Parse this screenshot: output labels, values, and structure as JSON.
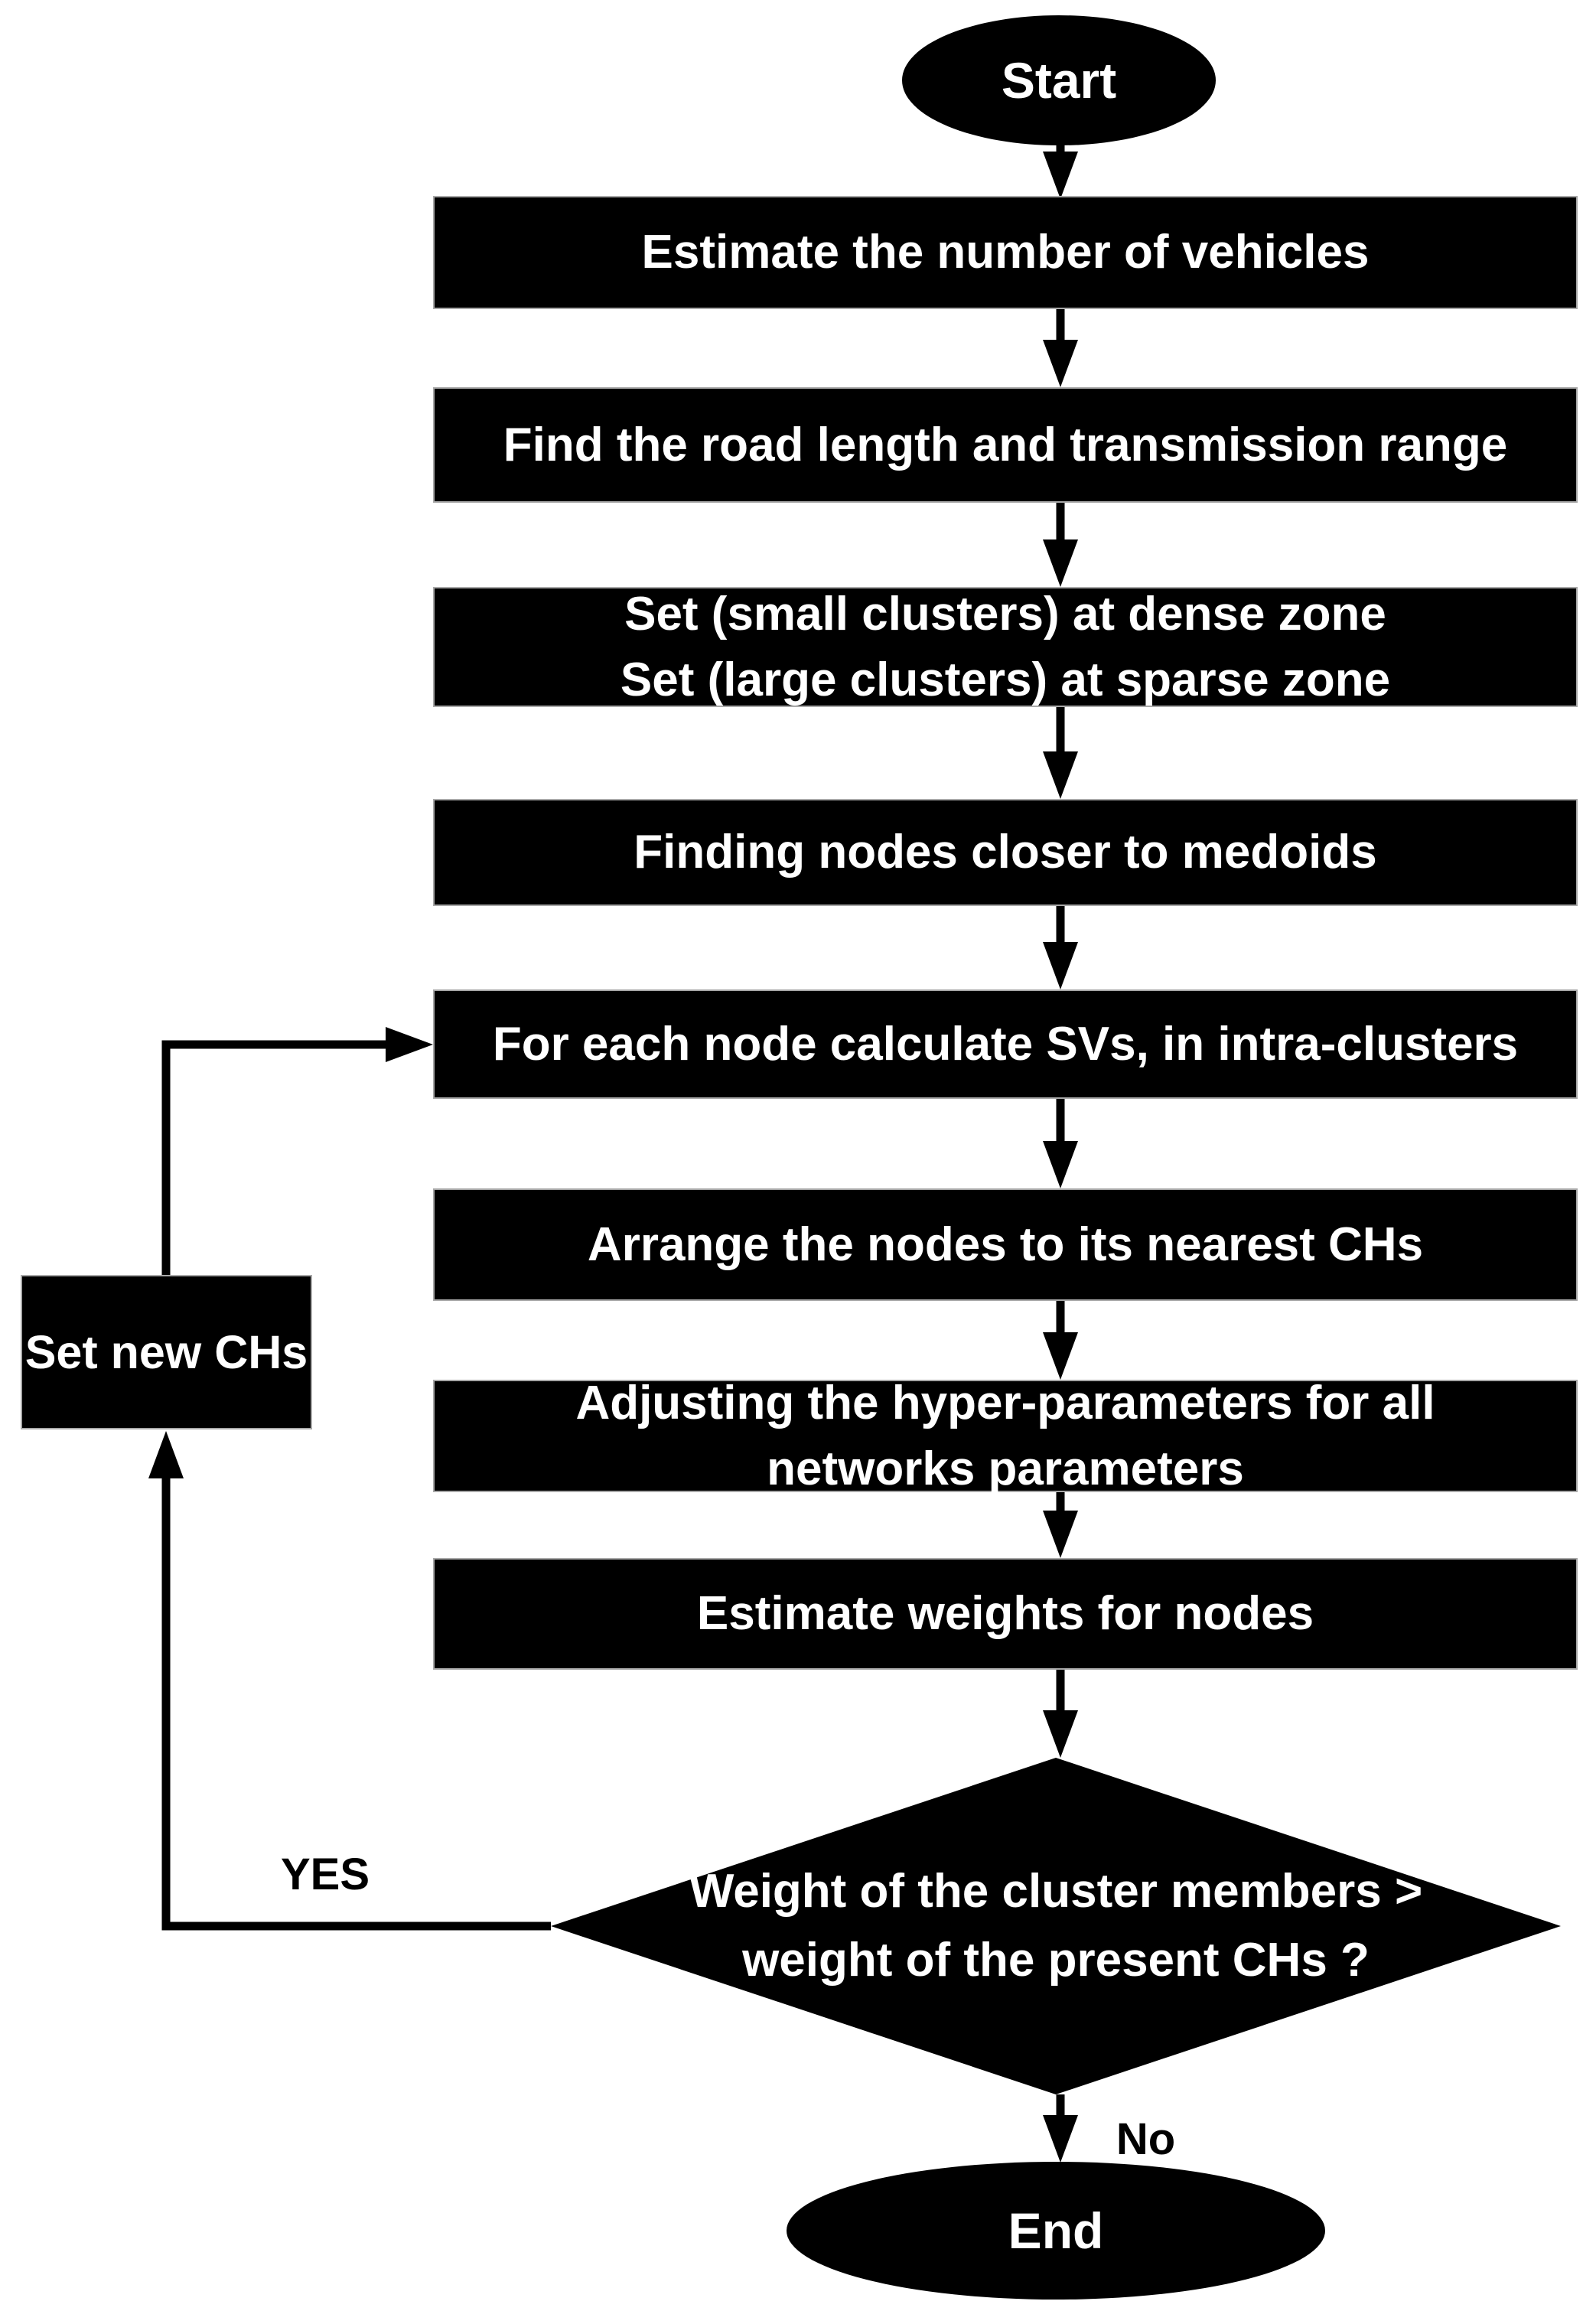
{
  "diagram": {
    "type": "flowchart",
    "background": "#ffffff",
    "colors": {
      "shape_fill": "#000000",
      "shape_text": "#ffffff",
      "edge_line": "#000000",
      "edge_label_text": "#000000"
    },
    "nodes": {
      "start": {
        "shape": "terminator",
        "label": "Start"
      },
      "estimate_vehicles": {
        "shape": "process",
        "label": "Estimate the number of vehicles"
      },
      "road_length": {
        "shape": "process",
        "label": "Find the road length and transmission range"
      },
      "set_cluster_sizes": {
        "shape": "process",
        "label": "Set (small clusters) at dense zone\nSet (large clusters) at sparse zone"
      },
      "finding_medoids": {
        "shape": "process",
        "label": "Finding nodes closer to medoids"
      },
      "calculate_svs": {
        "shape": "process",
        "label": "For each node calculate SVs, in intra-clusters"
      },
      "arrange_nodes": {
        "shape": "process",
        "label": "Arrange the nodes to its nearest CHs"
      },
      "adjust_hyperparameters": {
        "shape": "process",
        "label": "Adjusting the hyper-parameters for all\nnetworks parameters"
      },
      "estimate_weights": {
        "shape": "process",
        "label": "Estimate weights for nodes"
      },
      "set_new_chs": {
        "shape": "process",
        "label": "Set new CHs"
      },
      "weight_decision": {
        "shape": "decision",
        "label": "Weight of the cluster members >\nweight of the present CHs ?"
      },
      "end": {
        "shape": "terminator",
        "label": "End"
      }
    },
    "edge_labels": {
      "yes": "YES",
      "no": "No"
    }
  }
}
